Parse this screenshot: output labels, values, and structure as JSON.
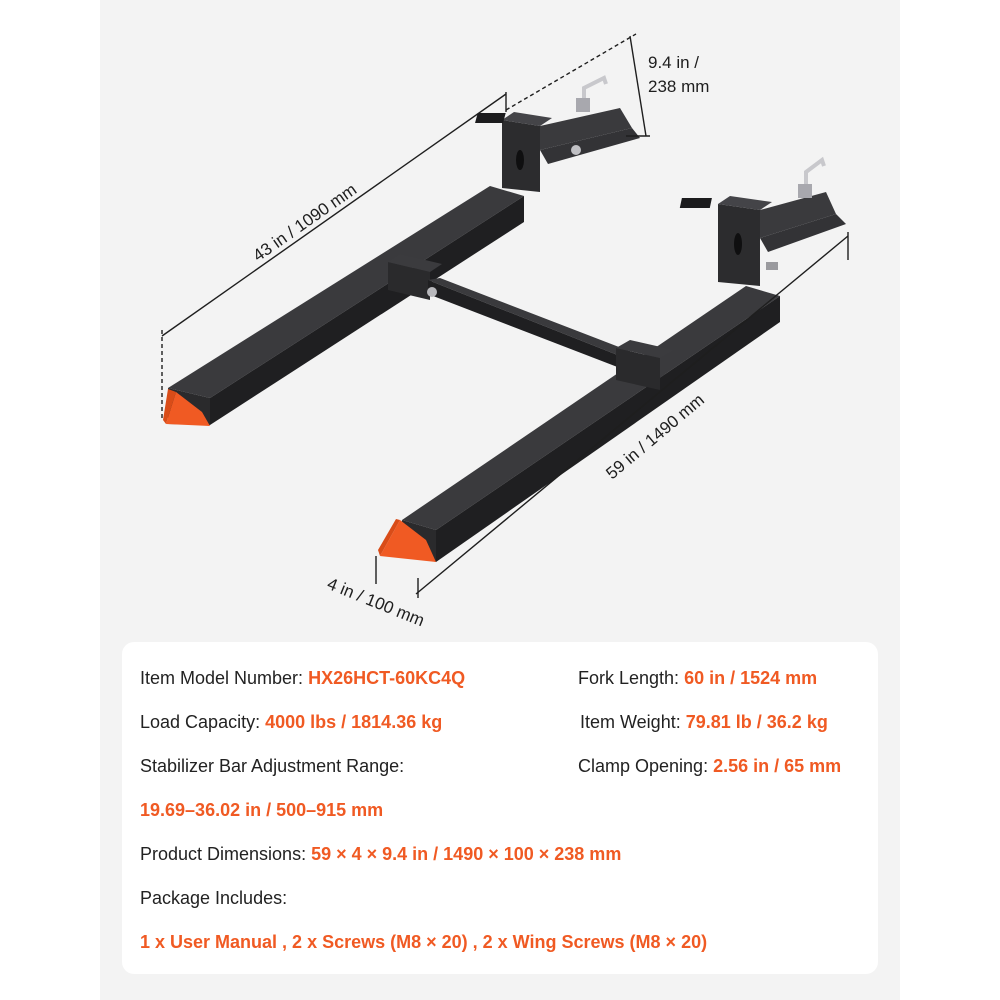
{
  "colors": {
    "accent": "#f05a23",
    "steel": "#2b2b2d",
    "panel": "#ffffff",
    "background": "#f3f3f3"
  },
  "dimensions": {
    "height": [
      "9.4 in /",
      "238 mm"
    ],
    "rear_length": "43 in / 1090 mm",
    "fork_length": "59 in / 1490 mm",
    "fork_width": "4 in / 100 mm"
  },
  "specs": {
    "model": {
      "label": "Item Model Number:",
      "value": "HX26HCT-60KC4Q"
    },
    "load_capacity": {
      "label": "Load Capacity:",
      "value": "4000 lbs / 1814.36 kg"
    },
    "stabilizer": {
      "label": "Stabilizer Bar Adjustment Range:",
      "value": "19.69–36.02 in / 500–915 mm"
    },
    "product_dimensions": {
      "label": "Product Dimensions:",
      "value": "59 × 4 × 9.4 in / 1490 × 100 × 238 mm"
    },
    "package": {
      "label": "Package Includes:",
      "value": "1 x User Manual , 2 x Screws (M8 × 20) , 2 x Wing Screws (M8 × 20)"
    },
    "fork_length": {
      "label": "Fork Length:",
      "value": "60 in / 1524 mm"
    },
    "item_weight": {
      "label": "Item Weight:",
      "value": "79.81 lb / 36.2 kg"
    },
    "clamp_opening": {
      "label": "Clamp Opening:",
      "value": "2.56 in / 65 mm"
    }
  }
}
